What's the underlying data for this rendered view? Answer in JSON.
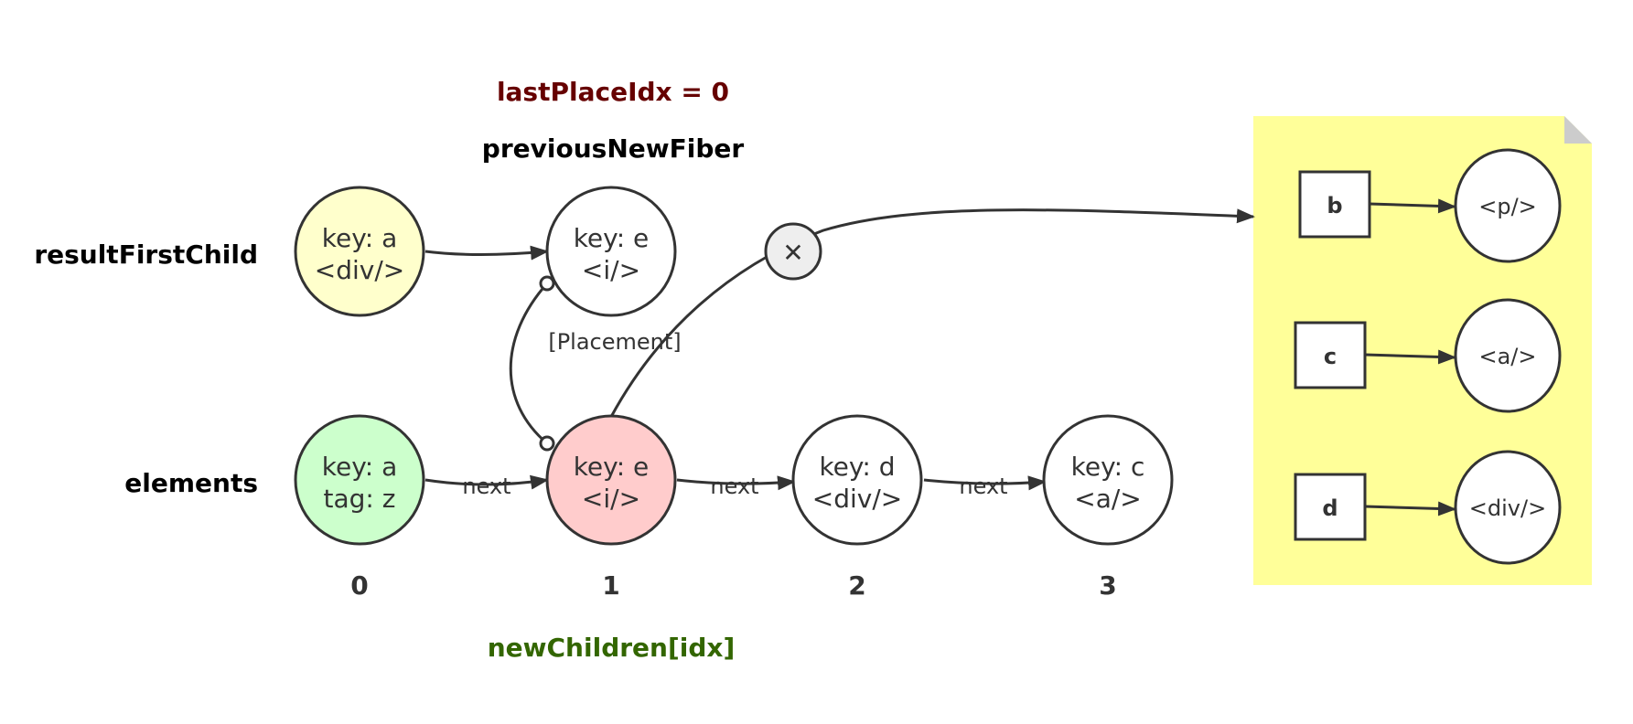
{
  "colors": {
    "stroke": "#333333",
    "node_yellow": "#ffffcc",
    "node_green": "#ccffcc",
    "node_pink": "#ffcccc",
    "node_white": "#ffffff",
    "note_bg": "#ffff99",
    "note_fold": "#cccccc",
    "delete_circle": "#eeeeee",
    "last_place_idx_color": "#660000",
    "new_children_color": "#336600"
  },
  "labels": {
    "last_place_idx": "lastPlaceIdx = 0",
    "previous_new_fiber": "previousNewFiber",
    "result_first_child": "resultFirstChild",
    "elements": "elements",
    "new_children_idx": "newChildren[idx]",
    "placement": "[Placement]",
    "delete_mark": "✕"
  },
  "fiber_row": [
    {
      "line1": "key: a",
      "line2": "<div/>",
      "fill": "yellow"
    },
    {
      "line1": "key: e",
      "line2": "<i/>",
      "fill": "white"
    }
  ],
  "element_row": [
    {
      "line1": "key: a",
      "line2": "tag: z",
      "fill": "green",
      "index": "0"
    },
    {
      "line1": "key: e",
      "line2": "<i/>",
      "fill": "pink",
      "index": "1"
    },
    {
      "line1": "key: d",
      "line2": "<div/>",
      "fill": "white",
      "index": "2"
    },
    {
      "line1": "key: c",
      "line2": "<a/>",
      "fill": "white",
      "index": "3"
    }
  ],
  "edge_labels": [
    "next",
    "next",
    "next"
  ],
  "map_entries": [
    {
      "key": "b",
      "value": "<p/>"
    },
    {
      "key": "c",
      "value": "<a/>"
    },
    {
      "key": "d",
      "value": "<div/>"
    }
  ]
}
